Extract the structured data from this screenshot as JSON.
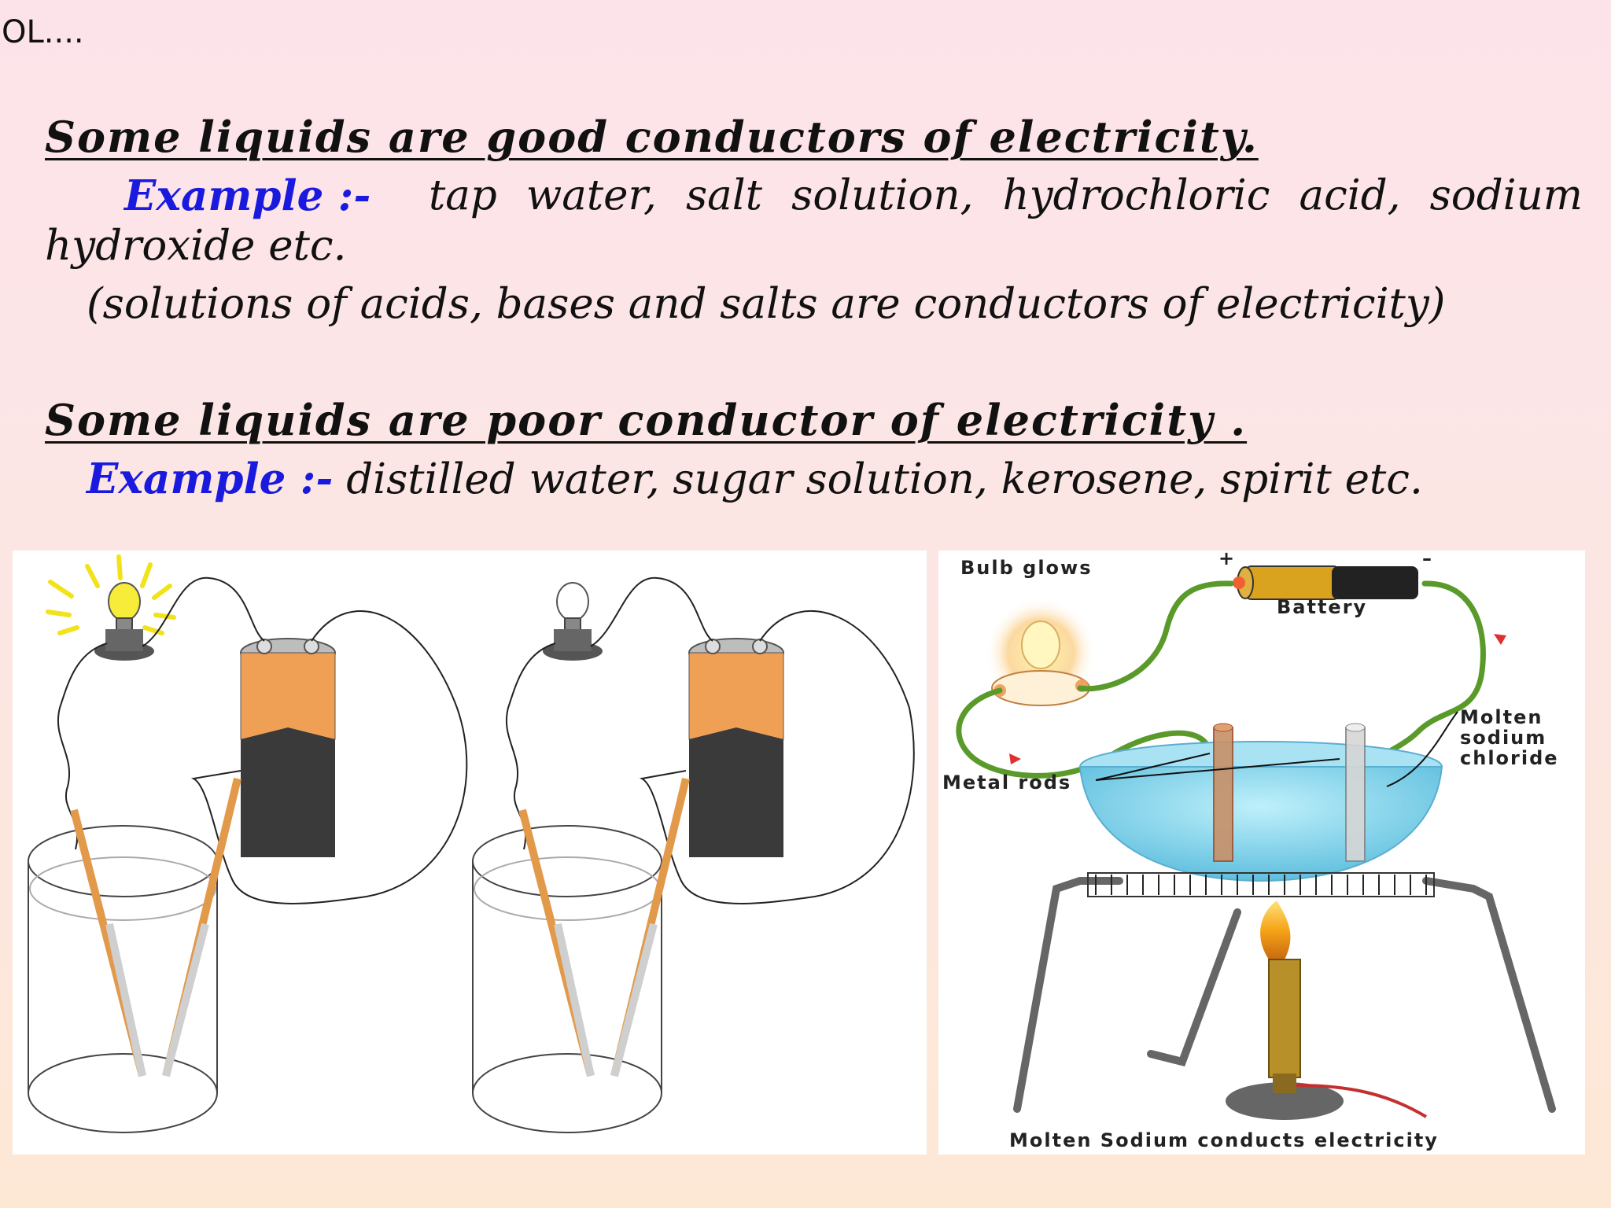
{
  "corner_text": "OL....",
  "section_good": {
    "heading": "Some liquids are good conductors of electricity.",
    "example_label": "Example :-",
    "example_text_line1": "tap water, salt solution, hydrochloric acid, sodium",
    "example_text_line2": "hydroxide etc.",
    "note": "(solutions of acids, bases and salts are conductors of electricity)"
  },
  "section_poor": {
    "heading": "Some liquids are poor conductor of electricity .",
    "example_label": "Example :-",
    "example_text": "distilled water, sugar solution, kerosene, spirit etc."
  },
  "figure_right": {
    "bulb_label": "Bulb glows",
    "battery_label": "Battery",
    "plus_sign": "+",
    "minus_sign": "–",
    "molten_label_line1": "Molten",
    "molten_label_line2": "sodium",
    "molten_label_line3": "chloride",
    "rods_label": "Metal rods",
    "caption": "Molten Sodium conducts electricity"
  },
  "colors": {
    "example_label": "#1a1adf",
    "battery_orange": "#f0a055",
    "battery_dark": "#3a3a3a",
    "wire_green": "#5a9a2a",
    "liquid_blue": "#8fd4ea"
  }
}
